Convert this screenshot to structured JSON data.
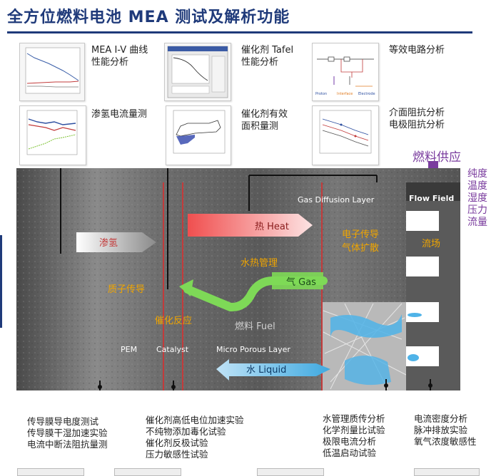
{
  "title": "全方位燃料电池 MEA 测试及解析功能",
  "thumbs": {
    "iv": [
      "MEA I-V 曲线",
      "性能分析"
    ],
    "tafel": [
      "催化剂 Tafel",
      "性能分析"
    ],
    "circuit": [
      "等效电路分析"
    ],
    "hydrogen": [
      "渗氢电流量测"
    ],
    "ecsa": [
      "催化剂有效",
      "面积量测"
    ],
    "impedance": [
      "介面阻抗分析",
      "电极阻抗分析"
    ]
  },
  "supply": {
    "title": "燃料供应",
    "items": [
      "纯度",
      "温度",
      "湿度",
      "压力",
      "流量"
    ]
  },
  "scene": {
    "gdl": "Gas Diffusion Layer",
    "flow_field": "Flow Field",
    "heat": "热 Heat",
    "crossover": "渗氢",
    "proton": "质子传导",
    "catalyst_rxn": "催化反应",
    "water_heat": "水热管理",
    "electron": "电子传导",
    "gas_diffusion": "气体扩散",
    "flow_cn": "流场",
    "gas": "气 Gas",
    "fuel": "燃料 Fuel",
    "pem": "PEM",
    "catalyst": "Catalyst",
    "mpl": "Micro Porous Layer",
    "liquid": "水 Liquid"
  },
  "bottom": {
    "membrane": [
      "传导膜导电度测试",
      "传导膜干湿加速实验",
      "电流中断法阻抗量测"
    ],
    "catalyst": [
      "催化剂高低电位加速实验",
      "不纯物添加毒化试验",
      "催化剂反极试验",
      "压力敏感性试验"
    ],
    "water": [
      "水管理质传分析",
      "化学剂量比试验",
      "极限电流分析",
      "低温启动试验"
    ],
    "flow": [
      "电流密度分析",
      "脉冲排放实验",
      "氧气浓度敏感性"
    ]
  },
  "colors": {
    "title": "#1f3a7a",
    "supply": "#7a3c9e",
    "heat_arrow": "#f05a5a",
    "gas_arrow": "#7ed957",
    "liquid_arrow": "#4fb3e8",
    "scene_text": "#f0a500"
  }
}
